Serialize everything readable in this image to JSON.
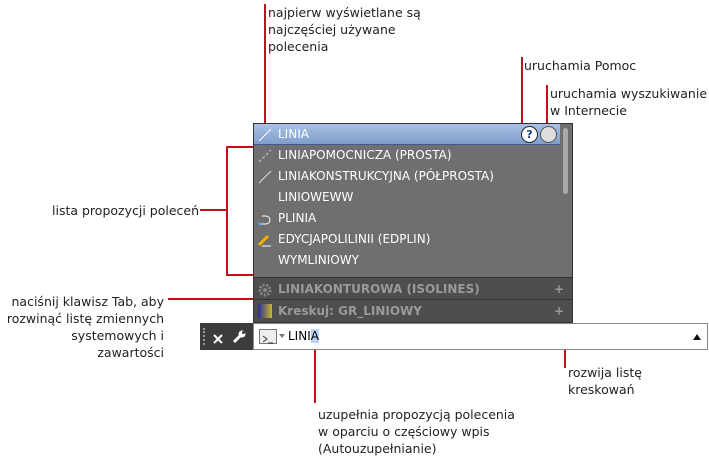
{
  "annotations": {
    "top": [
      "najpierw wyświetlane są",
      "najczęściej używane",
      "polecenia"
    ],
    "help": "uruchamia Pomoc",
    "web": [
      "uruchamia wyszukiwanie",
      "w Internecie"
    ],
    "list": "lista propozycji poleceń",
    "tab": [
      "naciśnij klawisz Tab, aby",
      "rozwinąć listę zmiennych",
      "systemowych i zawartości"
    ],
    "hatch": [
      "rozwija listę",
      "kreskowań"
    ],
    "auto": [
      "uzupełnia propozycją polecenia",
      "w oparciu o częściowy wpis",
      "(Autouzupełnianie)"
    ]
  },
  "suggestions": [
    "LINIA",
    "LINIAPOMOCNICZA (PROSTA)",
    "LINIAKONSTRUKCYJNA (PÓŁPROSTA)",
    "LINIOWEWW",
    "PLINIA",
    "EDYCJAPOLILINII (EDPLIN)",
    "WYMLINIOWY"
  ],
  "groups": [
    "LINIAKONTUROWA (ISOLINES)",
    "Kreskuj: GR_LINIOWY"
  ],
  "command": {
    "typed": "LINI",
    "autocomplete": "A"
  },
  "accent": "#c0141c"
}
